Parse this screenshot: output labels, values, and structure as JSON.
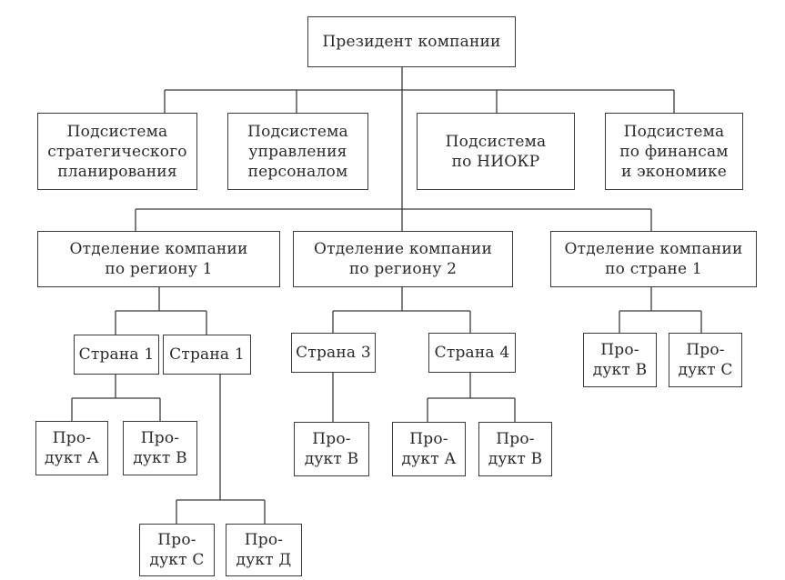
{
  "org_chart": {
    "president": {
      "lines": [
        "Президент компании"
      ]
    },
    "subsystems": [
      {
        "lines": [
          "Подсистема",
          "стратегического",
          "планирования"
        ]
      },
      {
        "lines": [
          "Подсистема",
          "управления",
          "персоналом"
        ]
      },
      {
        "lines": [
          "Подсистема",
          "по НИОКР"
        ]
      },
      {
        "lines": [
          "Подсистема",
          "по финансам",
          "и экономике"
        ]
      }
    ],
    "divisions": [
      {
        "lines": [
          "Отделение компании",
          "по региону 1"
        ],
        "countries": [
          {
            "lines": [
              "Страна 1"
            ],
            "products": [
              {
                "lines": [
                  "Про-",
                  "дукт А"
                ]
              },
              {
                "lines": [
                  "Про-",
                  "дукт В"
                ]
              }
            ]
          },
          {
            "lines": [
              "Страна 1"
            ],
            "products": [
              {
                "lines": [
                  "Про-",
                  "дукт С"
                ]
              },
              {
                "lines": [
                  "Про-",
                  "дукт Д"
                ]
              }
            ]
          }
        ]
      },
      {
        "lines": [
          "Отделение компании",
          "по региону 2"
        ],
        "countries": [
          {
            "lines": [
              "Страна 3"
            ],
            "products": [
              {
                "lines": [
                  "Про-",
                  "дукт В"
                ]
              }
            ]
          },
          {
            "lines": [
              "Страна 4"
            ],
            "products": [
              {
                "lines": [
                  "Про-",
                  "дукт А"
                ]
              },
              {
                "lines": [
                  "Про-",
                  "дукт В"
                ]
              }
            ]
          }
        ]
      },
      {
        "lines": [
          "Отделение компании",
          "по стране 1"
        ],
        "products": [
          {
            "lines": [
              "Про-",
              "дукт В"
            ]
          },
          {
            "lines": [
              "Про-",
              "дукт С"
            ]
          }
        ]
      }
    ]
  }
}
